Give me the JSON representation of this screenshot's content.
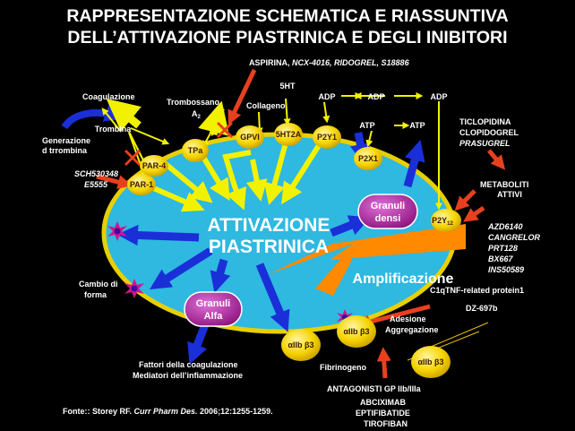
{
  "title": {
    "line1": "RAPPRESENTAZIONE SCHEMATICA E RIASSUNTIVA",
    "line2": "DELL’ATTIVAZIONE PIASTRINICA E DEGLI INIBITORI"
  },
  "center": {
    "line1": "ATTIVAZIONE",
    "line2": "PIASTRINICA"
  },
  "amplification": "Amplificazione",
  "receptors": {
    "par1": "PAR-1",
    "par4": "PAR-4",
    "tpa": "TPa",
    "gpvi": "GPVI",
    "ht2a": "5HT2A",
    "p2y1": "P2Y1",
    "p2x1": "P2X1",
    "p2y12": "P2Y",
    "p2y12_sub": "12",
    "aiib1": "αIIb β3",
    "aiib2": "αIIb β3",
    "aiib3": "αIIb β3"
  },
  "granules": {
    "dense_line1": "Granuli",
    "dense_line2": "densi",
    "alpha_line1": "Granuli",
    "alpha_line2": "Alfa"
  },
  "labels": {
    "aspirin_plain": "ASPIRINA, ",
    "aspirin_italic": "NCX-4016, RIDOGREL, S18886",
    "ht": "5HT",
    "adp1": "ADP",
    "adp2": "ADP",
    "adp3": "ADP",
    "atp1": "ATP",
    "atp2": "ATP",
    "coagulazione": "Coagulazione",
    "trombossano": "Trombossano",
    "trombossano_sub": "A",
    "trombossano_subnum": "2",
    "collageno": "Collageno",
    "trombina": "Trombina",
    "generazione1": "Generazione",
    "generazione2": "d trrombina",
    "sch1": "SCH530348",
    "sch2": "E5555",
    "ticlopidina": "TICLOPIDINA",
    "clopidogrel": "CLOPIDOGREL",
    "prasugrel": "PRASUGREL",
    "metaboliti1": "METABOLITI",
    "metaboliti2": "ATTIVI",
    "azd": "AZD6140",
    "cangrelor": "CANGRELOR",
    "prt": "PRT128",
    "bx": "BX667",
    "ins": "INS50589",
    "c1q": "C1qTNF-related protein1",
    "dz": "DZ-697b",
    "adesione": "Adesione",
    "aggregazione": "Aggregazione",
    "cambio1": "Cambio di",
    "cambio2": "forma",
    "fattori": "Fattori  della coagulazione",
    "mediatori": "Mediatori dell’infiammazione",
    "fibrinogeno": "Fibrinogeno",
    "antagonisti": "ANTAGONISTI GP IIb/IIIa",
    "abciximab": "ABCIXIMAB",
    "eptifibatide": "EPTIFIBATIDE",
    "tirofiban": "TIROFIBAN",
    "fonte_plain": "Fonte:: Storey RF. ",
    "fonte_italic": "Curr Pharm Des.",
    "fonte_rest": " 2006;12:1255-1259."
  },
  "colors": {
    "background": "#000000",
    "platelet": "#2fb8e0",
    "membrane": "#e8d000",
    "receptor": "#f5d400",
    "granule": "#c01aa8",
    "inhibitor_arrow": "#e8401e",
    "activation_arrow": "#1a2fd8",
    "signal_arrow": "#f2f200",
    "amplification": "#ff8a00"
  },
  "icons": {
    "inhibition": "x-mark-icon",
    "shape_change": "starburst-icon"
  }
}
